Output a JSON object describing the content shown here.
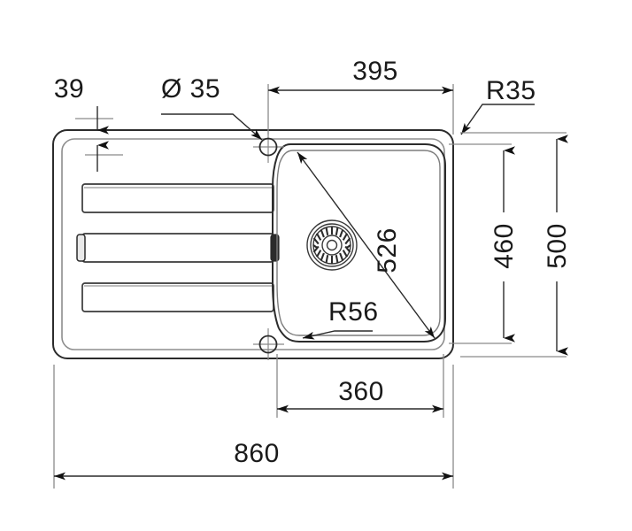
{
  "drawing": {
    "title": "Kitchen sink technical dimension drawing",
    "units": "mm",
    "line_color": "#2b2b2b",
    "secondary_line_color": "#8e8e8e",
    "background": "#ffffff"
  },
  "dimensions": {
    "rim_thickness": "39",
    "tap_hole_diameter": "Ø 35",
    "bowl_offset_right": "395",
    "corner_radius_outer": "R35",
    "bowl_diagonal": "526",
    "bowl_corner_radius": "R56",
    "bowl_inner_height": "460",
    "overall_height": "500",
    "bowl_width": "360",
    "overall_width": "860"
  },
  "features": {
    "drainboard_grooves": 3,
    "tap_holes": 2,
    "strainer_slots": 20,
    "strainer_label": "drain-strainer"
  },
  "icons": {
    "tap_hole": "crosshair-circle-icon",
    "strainer": "drain-strainer-icon",
    "arrow": "dimension-arrow-icon"
  }
}
